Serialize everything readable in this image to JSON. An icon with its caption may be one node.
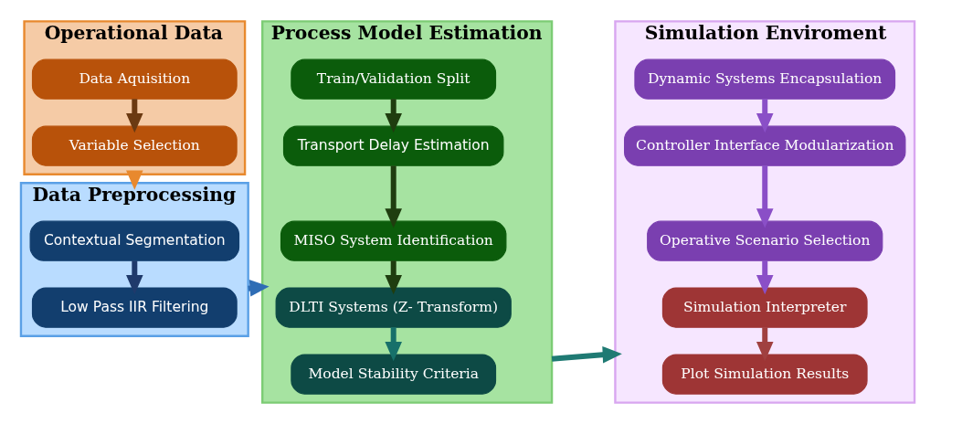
{
  "diagram": {
    "nodes": [
      {
        "text": [
          "Operational Data"
        ]
      },
      {
        "text": [
          "Data Aquisition"
        ],
        "in": 0
      },
      {
        "text": [
          "Variable Selection"
        ],
        "in": 0
      },
      {
        "text": [
          "Data Preprocessing"
        ]
      },
      {
        "text": [
          "Contextual Segmentation"
        ],
        "in": 3
      },
      {
        "text": [
          "Low Pass IIR Filtering"
        ],
        "in": 3
      },
      {
        "text": [
          "Process Model Estimation"
        ]
      },
      {
        "text": [
          "Train/Validation Split"
        ],
        "in": 6
      },
      {
        "text": [
          "Transport Delay Estimation"
        ],
        "in": 6
      },
      {
        "text": [
          "MISO System Identification"
        ],
        "in": 6
      },
      {
        "text": [
          "DLTI Systems (Z- Transform)"
        ],
        "in": 6
      },
      {
        "text": [
          "Model Stability Criteria"
        ],
        "in": 6
      },
      {
        "text": [
          "Simulation Enviroment"
        ]
      },
      {
        "text": [
          "Dynamic Systems Encapsulation"
        ],
        "in": 12
      },
      {
        "text": [
          "Controller Interface Modularization"
        ],
        "in": 12
      },
      {
        "text": [
          "Operative Scenario Selection"
        ],
        "in": 12
      },
      {
        "text": [
          "Simulation Interpreter"
        ],
        "in": 12
      },
      {
        "text": [
          "Plot Simulation Results"
        ],
        "in": 12
      }
    ],
    "edges": [
      {
        "from": 1,
        "to": 2,
        "arrow": "to",
        "color": "#6b3a12"
      },
      {
        "from": 0,
        "to": 3,
        "arrow": "to",
        "color": "#e8892e"
      },
      {
        "from": 4,
        "to": 5,
        "arrow": "to",
        "color": "#1f3a6b"
      },
      {
        "from": 3,
        "to": 6,
        "arrow": "to",
        "color": "#2f6db5"
      },
      {
        "from": 7,
        "to": 8,
        "arrow": "to",
        "color": "#1f3d0f"
      },
      {
        "from": 8,
        "to": 9,
        "arrow": "to",
        "color": "#1f3d0f"
      },
      {
        "from": 9,
        "to": 10,
        "arrow": "to",
        "color": "#1f3d0f"
      },
      {
        "from": 10,
        "to": 11,
        "arrow": "to",
        "color": "#17706a"
      },
      {
        "from": 6,
        "to": 12,
        "arrow": "to",
        "color": "#1f7a73"
      },
      {
        "from": 13,
        "to": 14,
        "arrow": "to",
        "color": "#8a4fc7"
      },
      {
        "from": 14,
        "to": 15,
        "arrow": "to",
        "color": "#8a4fc7"
      },
      {
        "from": 15,
        "to": 16,
        "arrow": "to",
        "color": "#8a4fc7"
      },
      {
        "from": 16,
        "to": 17,
        "arrow": "to",
        "color": "#a04040"
      }
    ]
  }
}
